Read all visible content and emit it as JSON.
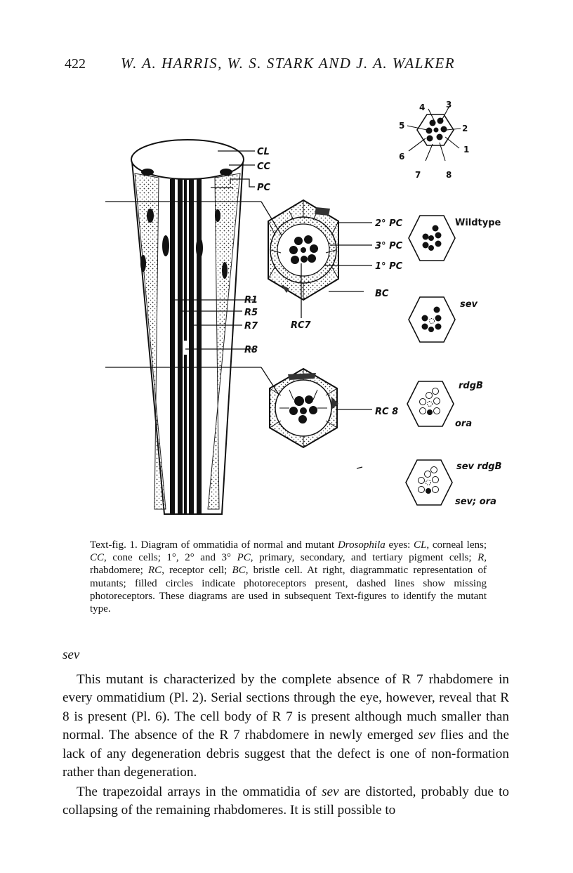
{
  "header": {
    "page_number": "422",
    "running_head": "W. A. HARRIS, W. S. STARK AND J. A. WALKER"
  },
  "figure": {
    "left_labels": {
      "cl": "CL",
      "cc": "CC",
      "pc": "PC",
      "r1": "R1",
      "r5": "R5",
      "r7": "R7",
      "r8": "R8",
      "rc7": "RC7"
    },
    "middle_labels": {
      "pc2": "2° PC",
      "pc3": "3° PC",
      "pc1": "1° PC",
      "bc": "BC",
      "rc8": "RC 8"
    },
    "key_numbers": [
      "4",
      "3",
      "5",
      "2",
      "6",
      "1",
      "7",
      "8"
    ],
    "mutants": [
      {
        "label": "Wildtype",
        "label2": ""
      },
      {
        "label": "sev",
        "label2": ""
      },
      {
        "label": "rdgB",
        "label2": "ora"
      },
      {
        "label": "sev rdgB",
        "label2": "sev; ora"
      }
    ]
  },
  "caption": {
    "lead": "Text-fig. 1. Diagram of ommatidia of normal and mutant ",
    "species": "Drosophila",
    "l1_end": " eyes:",
    "a_cl": "CL",
    "t1": ", corneal lens; ",
    "a_cc": "CC",
    "t2": ", cone cells; 1°, 2° and 3° ",
    "a_pc": "PC",
    "t3": ", primary, secondary, and tertiary pigment cells; ",
    "a_r": "R",
    "t4": ", rhabdomere; ",
    "a_rc": "RC",
    "t5": ", receptor cell; ",
    "a_bc": "BC",
    "t6": ", bristle cell.",
    "rest": " At right, diagrammatic representation of mutants; filled circles indicate photoreceptors present, dashed lines show missing photoreceptors. These diagrams are used in subsequent Text-figures to identify the mutant type."
  },
  "section": {
    "heading": "sev"
  },
  "body": {
    "p1": "This mutant is characterized by the complete absence of R 7 rhabdomere in every ommatidium (Pl. 2). Serial sections through the eye, however, reveal that R 8 is present (Pl. 6). The cell body of R 7 is present although much smaller than normal. The absence of the R 7 rhabdomere in newly emerged ",
    "p1_sev": "sev",
    "p1_end": " flies and the lack of any degeneration debris suggest that the defect is one of non-formation rather than degeneration.",
    "p2": "The trapezoidal arrays in the ommatidia of ",
    "p2_sev": "sev",
    "p2_end": " are distorted, probably due to collapsing of the remaining rhabdomeres. It is still possible to"
  }
}
